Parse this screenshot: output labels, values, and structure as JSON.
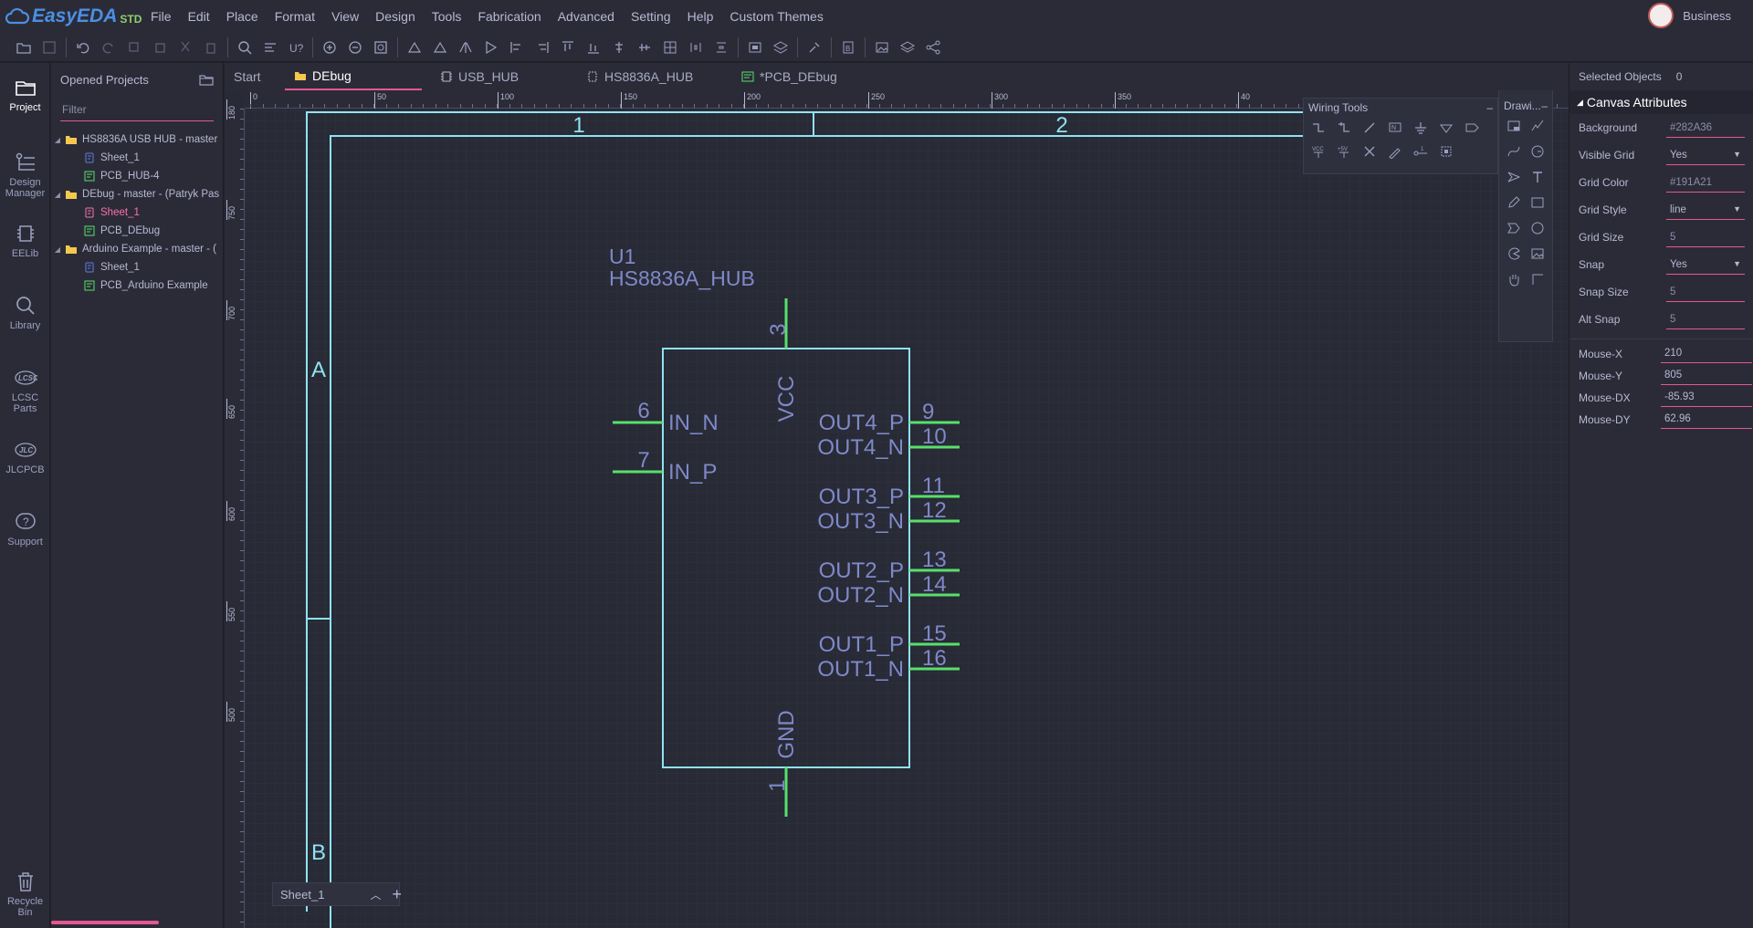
{
  "app": {
    "brand": "EasyEDA",
    "edition": "STD",
    "user_label": "Business"
  },
  "menu": [
    "File",
    "Edit",
    "Place",
    "Format",
    "View",
    "Design",
    "Tools",
    "Fabrication",
    "Advanced",
    "Setting",
    "Help",
    "Custom Themes"
  ],
  "rail": [
    {
      "label": "Project",
      "icon": "folder-icon"
    },
    {
      "label": "Design Manager",
      "icon": "design-manager-icon"
    },
    {
      "label": "EELib",
      "icon": "chip-icon"
    },
    {
      "label": "Library",
      "icon": "search-icon"
    },
    {
      "label": "LCSC Parts",
      "icon": "lcsc-icon"
    },
    {
      "label": "JLCPCB",
      "icon": "jlcpcb-icon"
    },
    {
      "label": "Support",
      "icon": "help-icon"
    },
    {
      "label": "Recycle Bin",
      "icon": "trash-icon"
    }
  ],
  "projects": {
    "title": "Opened Projects",
    "filter_placeholder": "Filter",
    "tree": [
      {
        "label": "HS8836A USB HUB - master",
        "level": 0,
        "type": "folder"
      },
      {
        "label": "Sheet_1",
        "level": 1,
        "type": "schematic"
      },
      {
        "label": "PCB_HUB-4",
        "level": 1,
        "type": "pcb"
      },
      {
        "label": "DEbug - master - (Patryk Pas",
        "level": 0,
        "type": "folder"
      },
      {
        "label": "Sheet_1",
        "level": 1,
        "type": "schematic-active"
      },
      {
        "label": "PCB_DEbug",
        "level": 1,
        "type": "pcb"
      },
      {
        "label": "Arduino Example - master - (",
        "level": 0,
        "type": "folder"
      },
      {
        "label": "Sheet_1",
        "level": 1,
        "type": "schematic"
      },
      {
        "label": "PCB_Arduino Example",
        "level": 1,
        "type": "pcb"
      }
    ]
  },
  "tabs": [
    {
      "label": "Start",
      "icon": ""
    },
    {
      "label": "DEbug",
      "icon": "folder-icon"
    },
    {
      "label": "USB_HUB",
      "icon": "chip-icon"
    },
    {
      "label": "HS8836A_HUB",
      "icon": "symbol-icon"
    },
    {
      "label": "*PCB_DEbug",
      "icon": "pcb-icon"
    }
  ],
  "ruler": {
    "top": [
      "0",
      "50",
      "100",
      "150",
      "200",
      "250",
      "300",
      "350",
      "40"
    ],
    "left": [
      "180",
      "750",
      "700",
      "650",
      "600",
      "550",
      "500"
    ]
  },
  "schematic": {
    "frame": {
      "cols": [
        "1",
        "2"
      ],
      "rows": [
        "A",
        "B"
      ]
    },
    "designator": "U1",
    "part_name": "HS8836A_HUB",
    "pins": [
      {
        "num": "3",
        "name": "VCC"
      },
      {
        "num": "6",
        "name": "IN_N"
      },
      {
        "num": "7",
        "name": "IN_P"
      },
      {
        "num": "9",
        "name": "OUT4_P"
      },
      {
        "num": "10",
        "name": "OUT4_N"
      },
      {
        "num": "11",
        "name": "OUT3_P"
      },
      {
        "num": "12",
        "name": "OUT3_N"
      },
      {
        "num": "13",
        "name": "OUT2_P"
      },
      {
        "num": "14",
        "name": "OUT2_N"
      },
      {
        "num": "15",
        "name": "OUT1_P"
      },
      {
        "num": "16",
        "name": "OUT1_N"
      },
      {
        "num": "1",
        "name": "GND"
      }
    ]
  },
  "palettes": {
    "wiring_title": "Wiring Tools",
    "drawing_title": "Drawi..."
  },
  "sheet_tab": "Sheet_1",
  "props": {
    "selected_label": "Selected Objects",
    "selected_count": "0",
    "section": "Canvas Attributes",
    "rows": [
      {
        "label": "Background",
        "value": "#282A36",
        "select": false
      },
      {
        "label": "Visible Grid",
        "value": "Yes",
        "select": true
      },
      {
        "label": "Grid Color",
        "value": "#191A21",
        "select": false
      },
      {
        "label": "Grid Style",
        "value": "line",
        "select": true
      },
      {
        "label": "Grid Size",
        "value": "5",
        "select": false
      },
      {
        "label": "Snap",
        "value": "Yes",
        "select": true
      },
      {
        "label": "Snap Size",
        "value": "5",
        "select": false
      },
      {
        "label": "Alt Snap",
        "value": "5",
        "select": false
      }
    ],
    "mouse": [
      {
        "label": "Mouse-X",
        "value": "210"
      },
      {
        "label": "Mouse-Y",
        "value": "805"
      },
      {
        "label": "Mouse-DX",
        "value": "-85.93"
      },
      {
        "label": "Mouse-DY",
        "value": "62.96"
      }
    ]
  },
  "colors": {
    "accent": "#e5578f",
    "frame": "#8fe3f0",
    "pin": "#57e06a",
    "text": "#7f89c8",
    "canvas": "#282a36"
  }
}
